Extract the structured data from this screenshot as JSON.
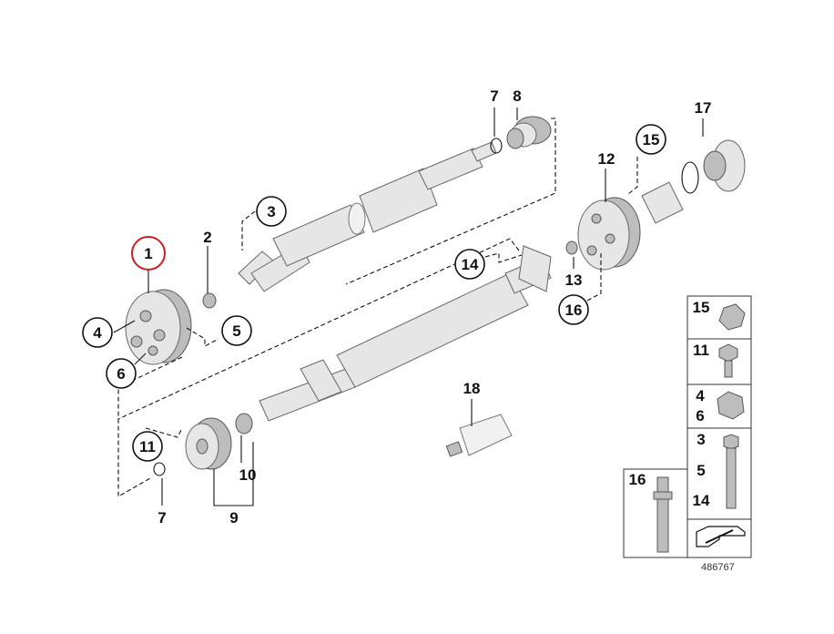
{
  "callouts": {
    "c1": "1",
    "c2": "2",
    "c3": "3",
    "c4": "4",
    "c5": "5",
    "c6": "6",
    "c7a": "7",
    "c7b": "7",
    "c8": "8",
    "c9": "9",
    "c10": "10",
    "c11": "11",
    "c12": "12",
    "c13": "13",
    "c14": "14",
    "c15": "15",
    "c16": "16",
    "c17": "17",
    "c18": "18"
  },
  "legend": {
    "r15": "15",
    "r11": "11",
    "r4": "4",
    "r6": "6",
    "r3": "3",
    "r5": "5",
    "r14": "14",
    "r16": "16"
  },
  "highlight_color": "#cc1f1f",
  "reference_number": "486767"
}
